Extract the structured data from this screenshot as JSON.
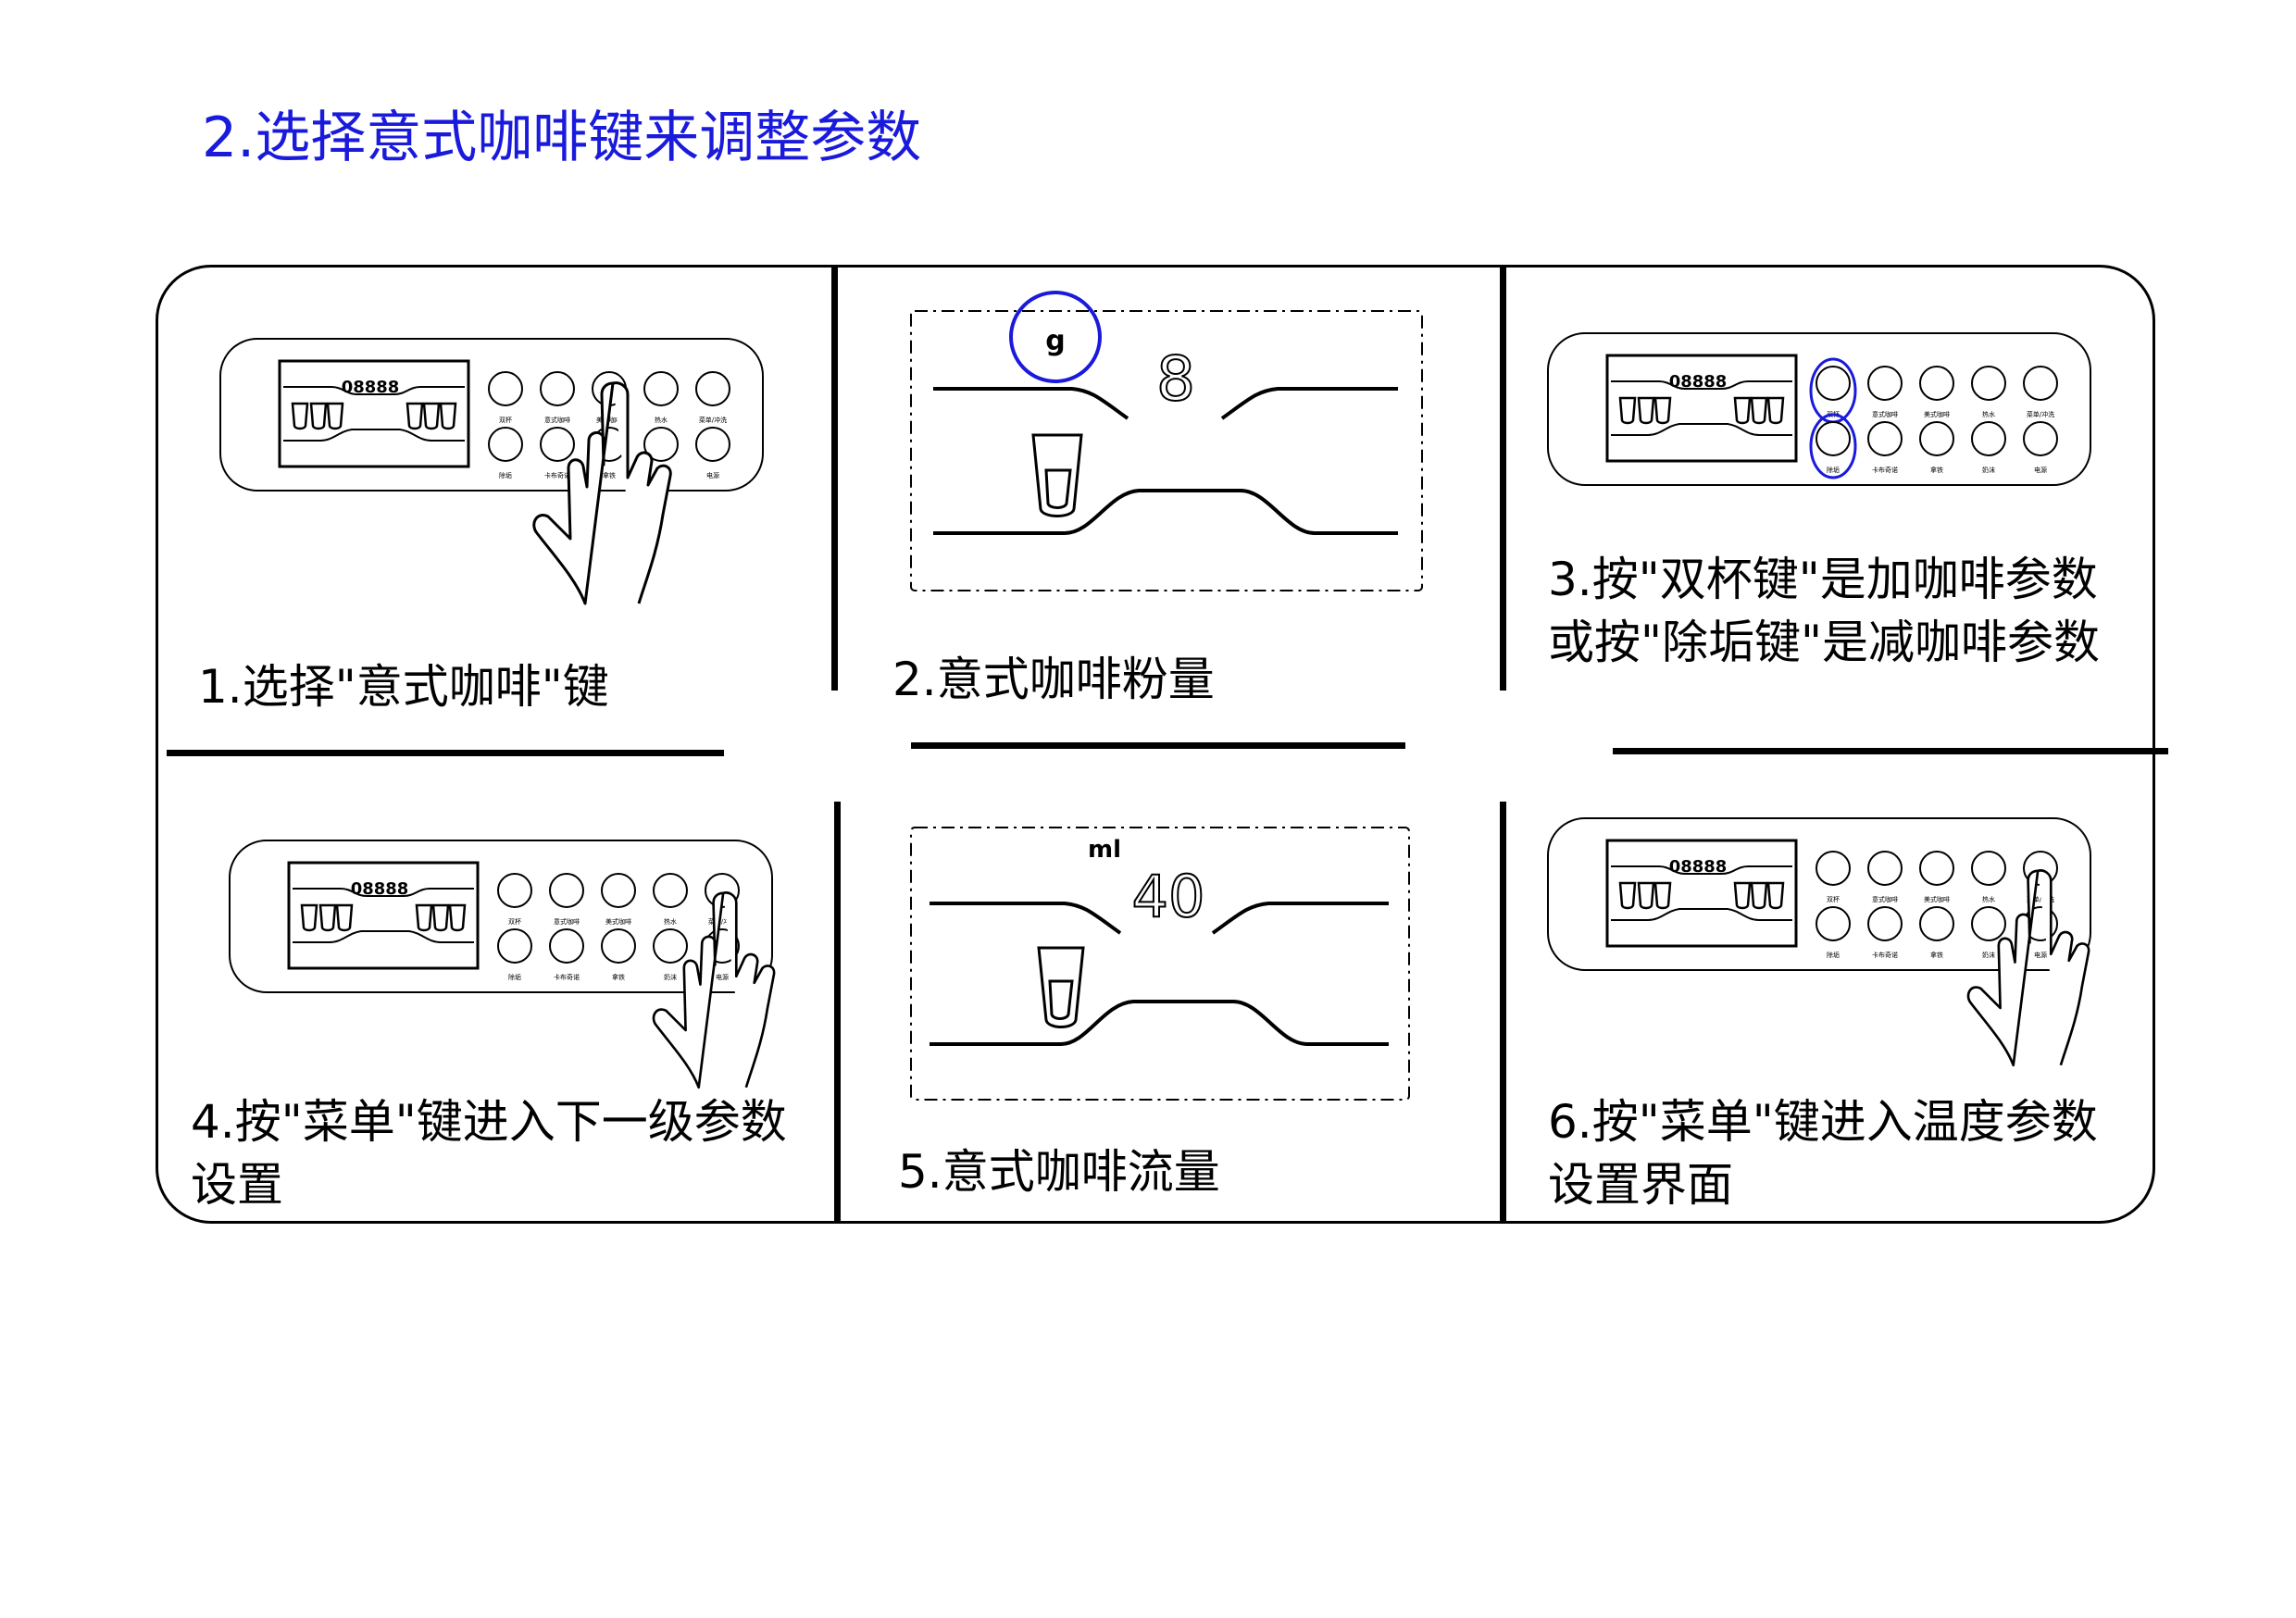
{
  "title": "2.选择意式咖啡键来调整参数",
  "lcd_digits": "08888",
  "colors": {
    "title": "#1a1adc",
    "highlight": "#1a1adc",
    "line": "#000000"
  },
  "panel": {
    "top_buttons": [
      "双杯",
      "意式咖啡",
      "美式咖啡",
      "热水",
      "菜单/冲洗"
    ],
    "bottom_buttons": [
      "除垢",
      "卡布奇诺",
      "拿铁",
      "奶沫",
      "电源"
    ]
  },
  "steps": [
    {
      "caption_lines": [
        "1.选择\"意式咖啡\"键"
      ]
    },
    {
      "caption_lines": [
        "2.意式咖啡粉量"
      ],
      "unit": "g",
      "value": "8"
    },
    {
      "caption_lines": [
        "3.按\"双杯键\"是加咖啡参数",
        "或按\"除垢键\"是减咖啡参数"
      ]
    },
    {
      "caption_lines": [
        "4.按\"菜单\"键进入下一级参数",
        "设置"
      ]
    },
    {
      "caption_lines": [
        "5.意式咖啡流量"
      ],
      "unit": "ml",
      "value": "40"
    },
    {
      "caption_lines": [
        "6.按\"菜单\"键进入温度参数",
        "设置界面"
      ]
    }
  ],
  "icons": [
    "hand-pointer-icon",
    "cup-icon",
    "single-cup-icon",
    "double-cup-icon"
  ]
}
